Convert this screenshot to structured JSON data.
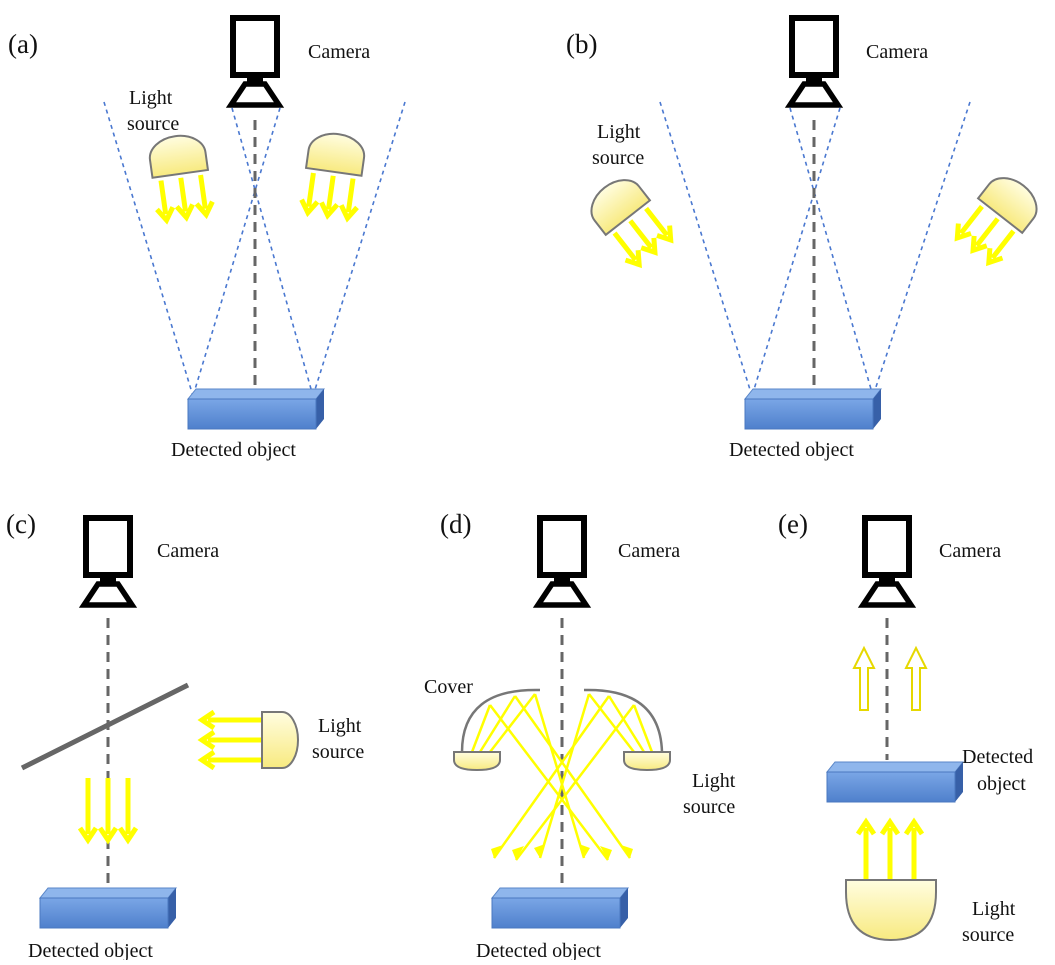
{
  "panels": {
    "a": {
      "label": "(a)",
      "camera": "Camera",
      "light": [
        "Light",
        "source"
      ],
      "object": "Detected object"
    },
    "b": {
      "label": "(b)",
      "camera": "Camera",
      "light": [
        "Light",
        "source"
      ],
      "object": "Detected object"
    },
    "c": {
      "label": "(c)",
      "camera": "Camera",
      "light": [
        "Light",
        "source"
      ],
      "object": "Detected object"
    },
    "d": {
      "label": "(d)",
      "camera": "Camera",
      "cover": "Cover",
      "light": [
        "Light",
        "source"
      ],
      "object": "Detected object"
    },
    "e": {
      "label": "(e)",
      "camera": "Camera",
      "light": [
        "Light",
        "source"
      ],
      "object": [
        "Detected",
        "object"
      ]
    }
  },
  "colors": {
    "light_body": "#fdf5a8",
    "light_outline": "#777777",
    "arrow": "#ffff00",
    "object_face": "#5b8fd8",
    "object_side": "#3a68b4",
    "fov_line": "#4a78d0",
    "axis_line": "#666666",
    "camera": "#000000"
  },
  "icons": [
    "camera-icon",
    "light-source-icon",
    "detected-object-icon",
    "beam-splitter-icon",
    "dome-cover-icon"
  ]
}
